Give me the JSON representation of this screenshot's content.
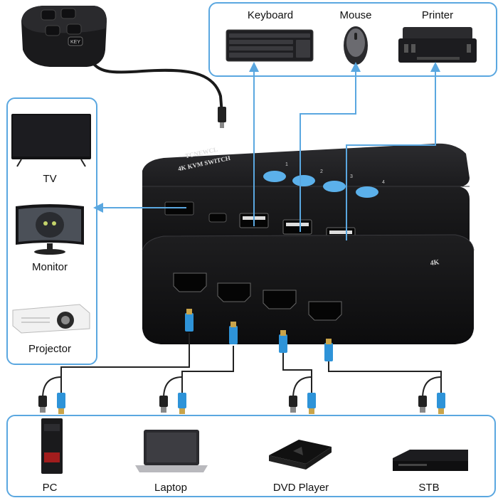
{
  "peripherals": {
    "keyboard": "Keyboard",
    "mouse": "Mouse",
    "printer": "Printer"
  },
  "displays": {
    "tv": "TV",
    "monitor": "Monitor",
    "projector": "Projector"
  },
  "sources": {
    "pc": "PC",
    "laptop": "Laptop",
    "dvd": "DVD Player",
    "stb": "STB"
  },
  "device": {
    "brand": "TCNEWCL",
    "model": "4K KVM SWITCH",
    "port_numbers": [
      "1",
      "2",
      "3",
      "4"
    ],
    "remote_badge": "KEY",
    "lower_brand": "4K"
  },
  "colors": {
    "accent": "#5aa7e0",
    "button": "#5bb0ea",
    "device_body": "#1c1c1e"
  }
}
